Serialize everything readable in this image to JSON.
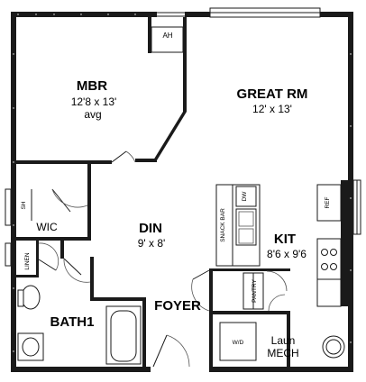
{
  "rooms": {
    "mbr": {
      "name": "MBR",
      "dim": "12'8 x 13'",
      "note": "avg"
    },
    "great_rm": {
      "name": "GREAT RM",
      "dim": "12' x 13'"
    },
    "din": {
      "name": "DIN",
      "dim": "9' x 8'"
    },
    "kit": {
      "name": "KIT",
      "dim": "8'6 x 9'6"
    },
    "bath1": {
      "name": "BATH1"
    },
    "foyer": {
      "name": "FOYER"
    },
    "wic": {
      "name": "WIC"
    },
    "laun": {
      "name": "Laun"
    },
    "mech": {
      "name": "MECH"
    }
  },
  "fixtures": {
    "ah": "AH",
    "sh": "SH",
    "linen": "LINEN",
    "snack_bar": "SNACK BAR",
    "dw": "DW",
    "ref": "REF",
    "pantry": "PANTRY",
    "wd": "W/D"
  }
}
